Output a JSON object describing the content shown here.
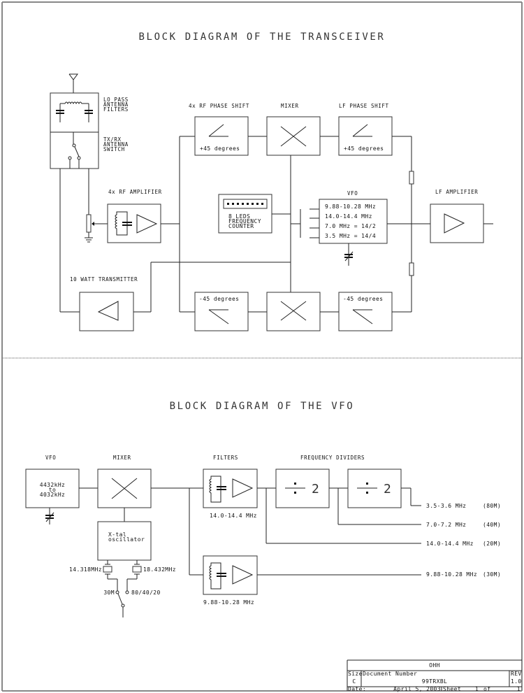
{
  "transceiver": {
    "title": "BLOCK DIAGRAM OF THE TRANSCEIVER",
    "antenna_filter_label": [
      "LO PASS",
      "ANTENNA",
      "FILTERS"
    ],
    "antenna_switch_label": [
      "TX/RX",
      "ANTENNA",
      "SWITCH"
    ],
    "rf_phase_shift_label": "4x RF PHASE SHIFT",
    "mixer_label": "MIXER",
    "lf_phase_shift_label": "LF PHASE SHIFT",
    "plus45": "+45 degrees",
    "minus45": "-45 degrees",
    "rf_amplifier_label": "4x RF AMPLIFIER",
    "counter_label": [
      "8 LEDS",
      "FREQUENCY",
      "COUNTER"
    ],
    "vfo_label": "VFO",
    "vfo_lines": [
      "9.88-10.28 MHz",
      "14.0-14.4 MHz",
      "7.0 MHz = 14/2",
      "3.5 MHz = 14/4"
    ],
    "lf_amplifier_label": "LF AMPLIFIER",
    "transmitter_label": "10 WATT TRANSMITTER"
  },
  "vfo_diagram": {
    "title": "BLOCK DIAGRAM OF THE VFO",
    "vfo_label": "VFO",
    "vfo_range": [
      "4432kHz",
      "to",
      "4032kHz"
    ],
    "mixer_label": "MIXER",
    "oscillator_label": [
      "X-tal",
      "oscillator"
    ],
    "crystal_left": "14.318MHz",
    "crystal_right": "18.432MHz",
    "switch_left": "30M",
    "switch_right": "80/40/20",
    "filters_label": "FILTERS",
    "filter1_band": "14.0-14.4 MHz",
    "filter2_band": "9.88-10.28 MHz",
    "dividers_label": "FREQUENCY DIVIDERS",
    "divider_text": "2",
    "outputs": [
      {
        "freq": "3.5-3.6 MHz",
        "band": "(80M)"
      },
      {
        "freq": "7.0-7.2 MHz",
        "band": "(40M)"
      },
      {
        "freq": "14.0-14.4 MHz",
        "band": "(20M)"
      },
      {
        "freq": "9.88-10.28 MHz",
        "band": "(30M)"
      }
    ]
  },
  "title_block": {
    "company": "OHH",
    "size_label": "Size",
    "size_value": "C",
    "doc_number_label": "Document Number",
    "doc_number": "99TRXBL",
    "rev_label": "REV",
    "rev_value": "1.0",
    "date_label": "Date:",
    "date_value": "April  5, 2003",
    "sheet_label": "Sheet",
    "sheet_num": "1",
    "sheet_of": "of",
    "sheet_total": "1"
  }
}
